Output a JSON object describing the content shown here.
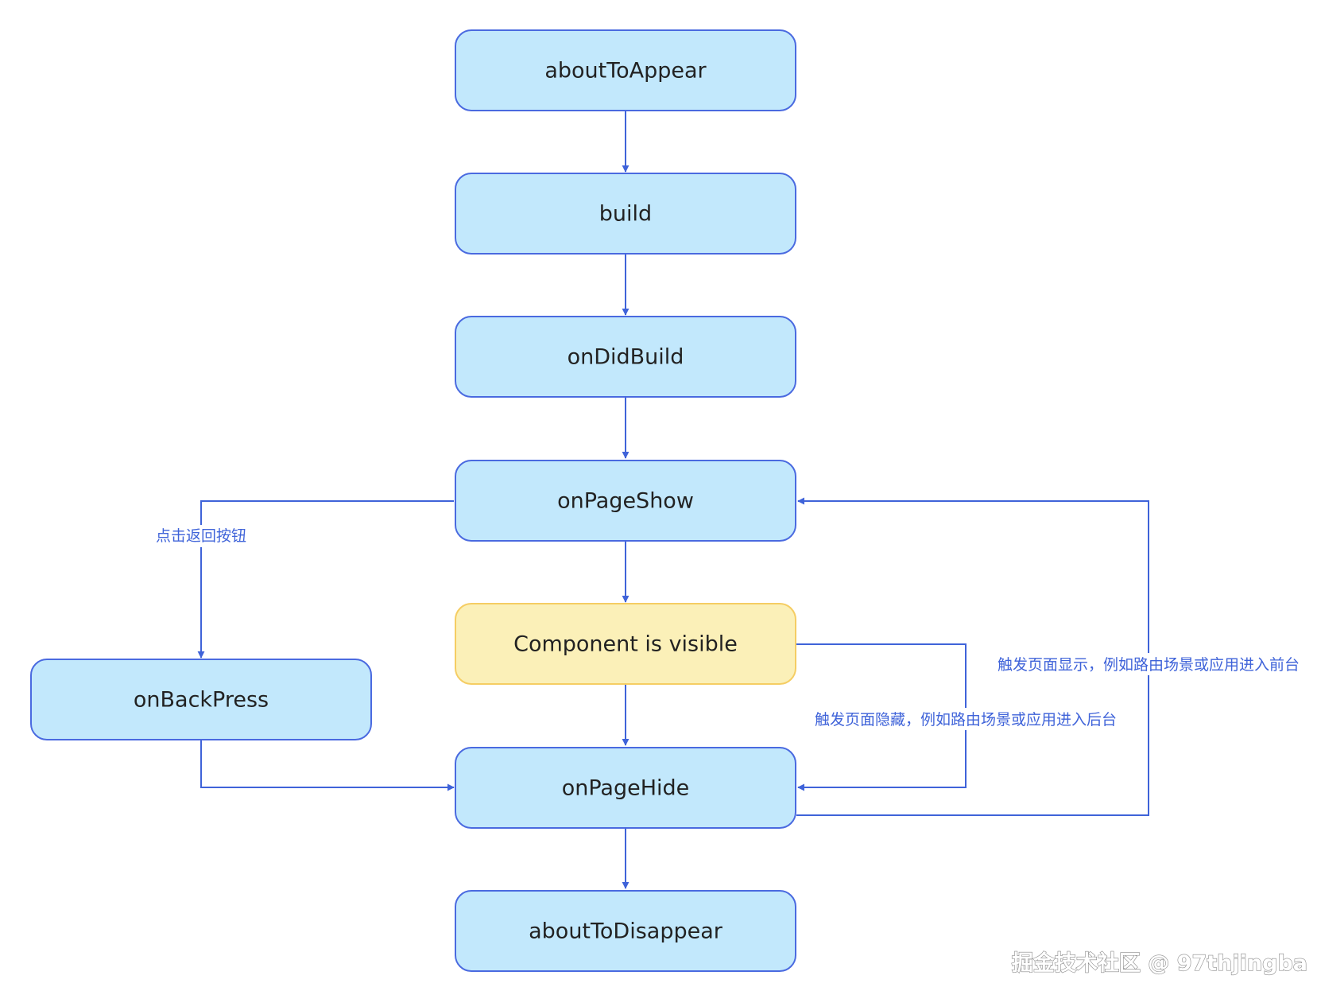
{
  "colors": {
    "edge": "#3f63d9",
    "node_fill": "#c2e8fc",
    "node_stroke": "#4a6ae0",
    "highlight_fill": "#fbf0b8",
    "highlight_stroke": "#f5cd63",
    "text": "#222222",
    "label_text": "#3f63d9"
  },
  "nodes": {
    "about_to_appear": "aboutToAppear",
    "build": "build",
    "on_did_build": "onDidBuild",
    "on_page_show": "onPageShow",
    "component_visible": "Component is visible",
    "on_back_press": "onBackPress",
    "on_page_hide": "onPageHide",
    "about_to_disappear": "aboutToDisappear"
  },
  "edge_labels": {
    "back_button": "点击返回按钮",
    "page_hide": "触发页面隐藏，例如路由场景或应用进入后台",
    "page_show": "触发页面显示，例如路由场景或应用进入前台"
  },
  "watermark": "掘金技术社区 @ 97thjingba"
}
